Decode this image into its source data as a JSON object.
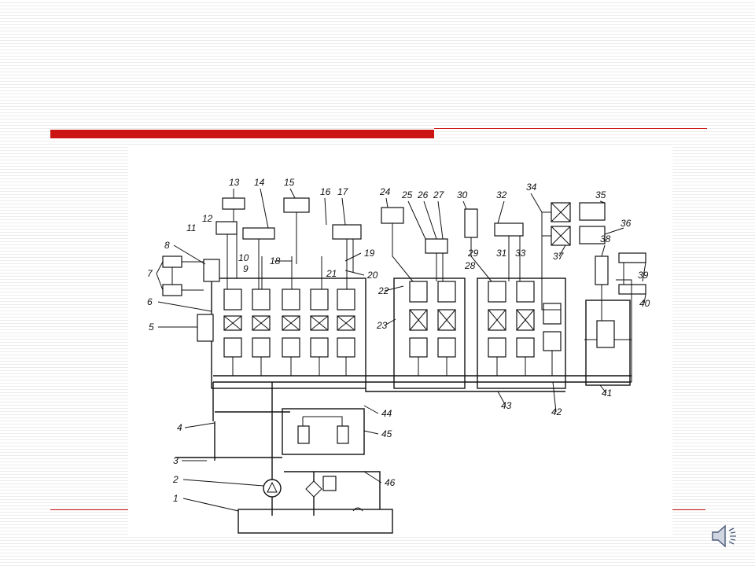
{
  "slide": {
    "accent_color": "#cc1414"
  },
  "diagram": {
    "labels": [
      "1",
      "2",
      "3",
      "4",
      "5",
      "6",
      "7",
      "8",
      "9",
      "10",
      "11",
      "12",
      "13",
      "14",
      "15",
      "16",
      "17",
      "18",
      "19",
      "20",
      "21",
      "22",
      "23",
      "24",
      "25",
      "26",
      "27",
      "28",
      "29",
      "30",
      "31",
      "32",
      "33",
      "34",
      "35",
      "36",
      "37",
      "38",
      "39",
      "40",
      "41",
      "42",
      "43",
      "44",
      "45",
      "46"
    ]
  },
  "icons": {
    "audio": "speaker-icon"
  }
}
